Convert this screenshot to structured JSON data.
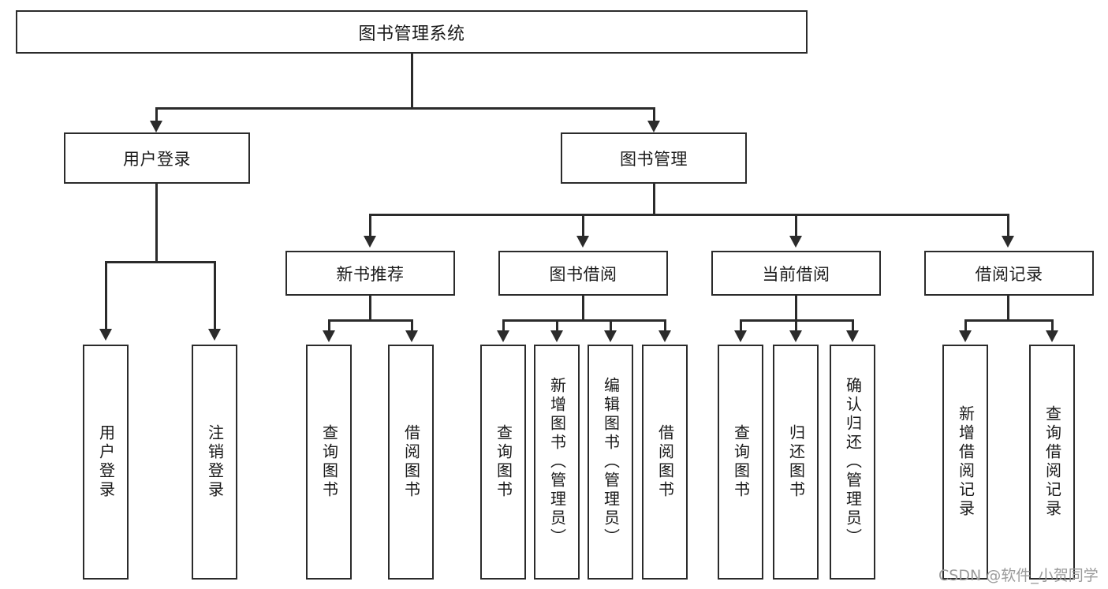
{
  "diagram": {
    "type": "tree-hierarchy",
    "title": "图书管理系统",
    "watermark": "CSDN @软件_小贺同学",
    "root": {
      "id": "root",
      "label": "图书管理系统"
    },
    "level2": [
      {
        "id": "user-login",
        "label": "用户登录"
      },
      {
        "id": "book-manage",
        "label": "图书管理"
      }
    ],
    "level3": [
      {
        "id": "new-book-rec",
        "label": "新书推荐"
      },
      {
        "id": "book-borrow",
        "label": "图书借阅"
      },
      {
        "id": "current-borrow",
        "label": "当前借阅"
      },
      {
        "id": "borrow-record",
        "label": "借阅记录"
      }
    ],
    "leaves": {
      "user_login": [
        {
          "id": "leaf-user-login",
          "label": "用户登录"
        },
        {
          "id": "leaf-logout",
          "label": "注销登录"
        }
      ],
      "new_book_rec": [
        {
          "id": "leaf-query-book-1",
          "label": "查询图书"
        },
        {
          "id": "leaf-borrow-book-1",
          "label": "借阅图书"
        }
      ],
      "book_borrow": [
        {
          "id": "leaf-query-book-2",
          "label": "查询图书"
        },
        {
          "id": "leaf-add-book",
          "label": "新增图书（管理员）"
        },
        {
          "id": "leaf-edit-book",
          "label": "编辑图书（管理员）"
        },
        {
          "id": "leaf-borrow-book-2",
          "label": "借阅图书"
        }
      ],
      "current_borrow": [
        {
          "id": "leaf-query-book-3",
          "label": "查询图书"
        },
        {
          "id": "leaf-return-book",
          "label": "归还图书"
        },
        {
          "id": "leaf-confirm-return",
          "label": "确认归还（管理员）"
        }
      ],
      "borrow_record": [
        {
          "id": "leaf-add-record",
          "label": "新增借阅记录"
        },
        {
          "id": "leaf-query-record",
          "label": "查询借阅记录"
        }
      ]
    },
    "colors": {
      "stroke": "#2b2b2b",
      "fill": "#ffffff",
      "text": "#1a1a1a",
      "watermark": "#9b9b9b"
    }
  }
}
